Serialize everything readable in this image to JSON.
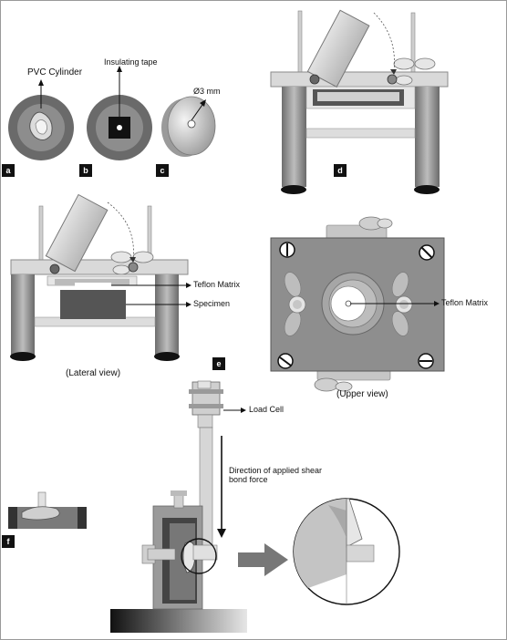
{
  "panel_tags": {
    "a": "a",
    "b": "b",
    "c": "c",
    "d": "d",
    "e": "e",
    "f": "f"
  },
  "labels": {
    "pvc_cylinder": "PVC Cylinder",
    "insulating_tape": "Insulating tape",
    "diameter": "Ø3 mm",
    "teflon_matrix_lateral": "Teflon Matrix",
    "specimen": "Specimen",
    "lateral_view": "(Lateral view)",
    "teflon_matrix_upper": "Teflon Matrix",
    "upper_view": "(Upper view)",
    "load_cell": "Load Cell",
    "shear_force_line1": "Direction of applied shear",
    "shear_force_line2": "bond force"
  }
}
